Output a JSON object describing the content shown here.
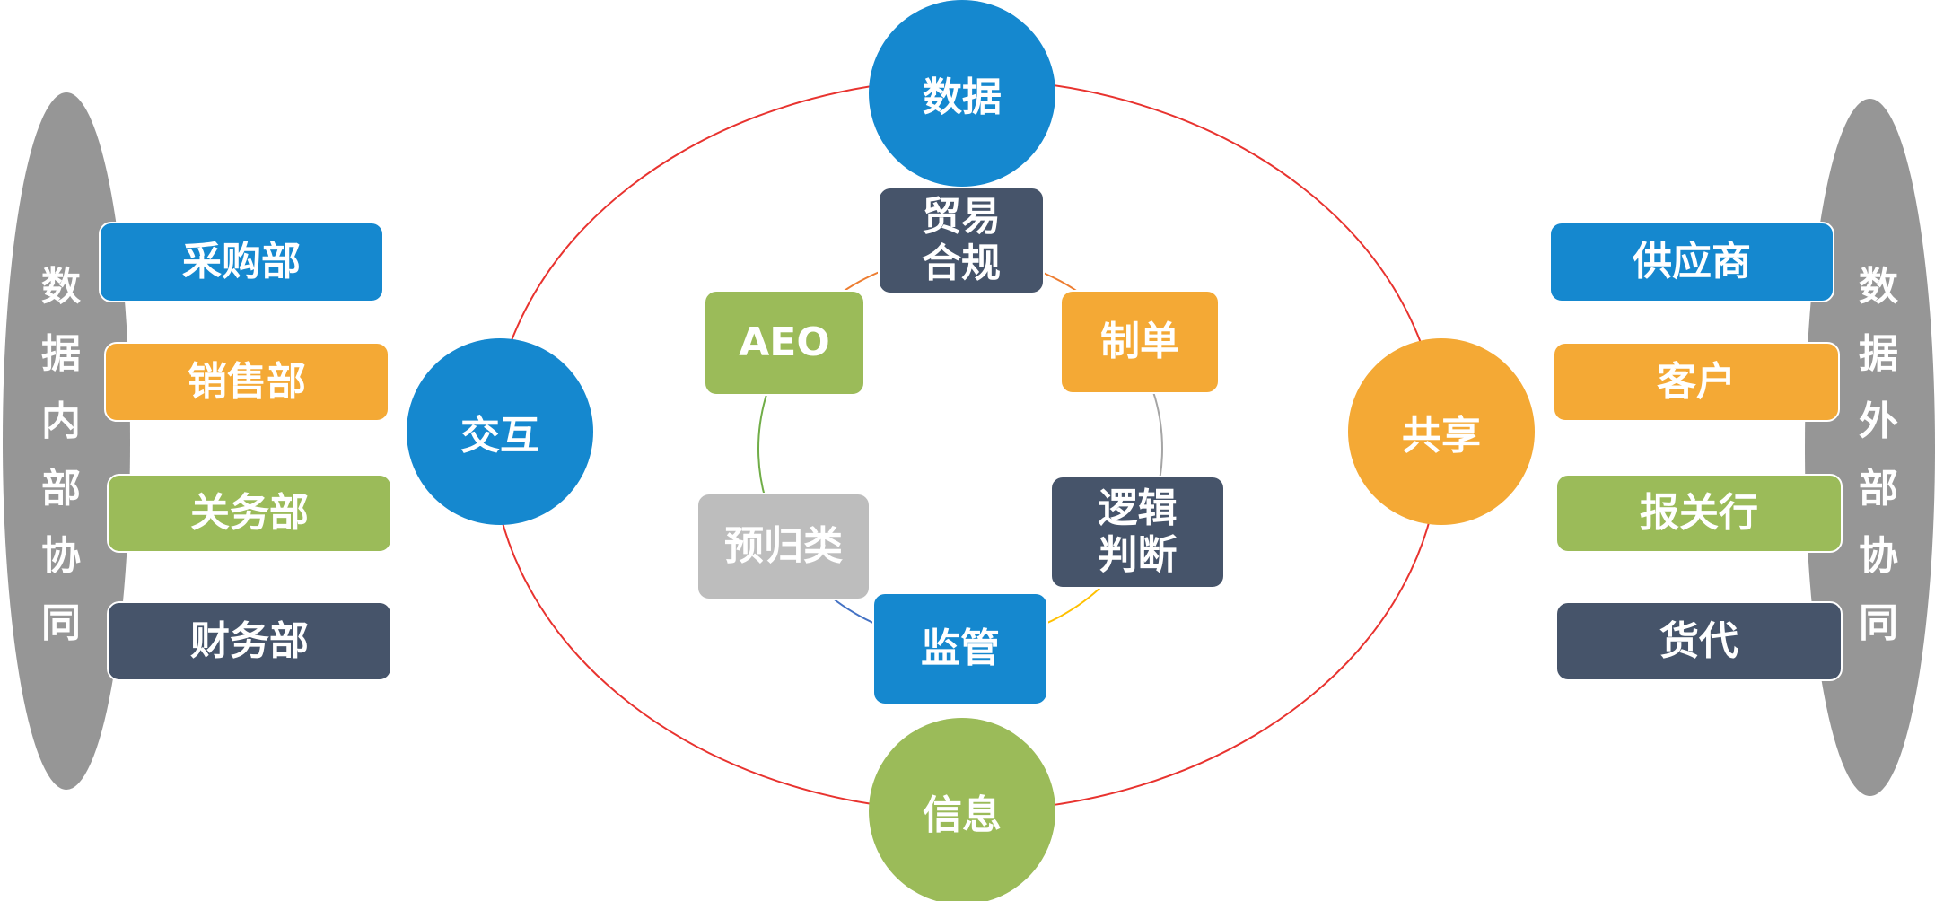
{
  "left_group": {
    "label_chars": [
      "数",
      "据",
      "内",
      "部",
      "协",
      "同"
    ],
    "items": [
      {
        "label": "采购部",
        "color": "blue"
      },
      {
        "label": "销售部",
        "color": "orange"
      },
      {
        "label": "关务部",
        "color": "green"
      },
      {
        "label": "财务部",
        "color": "dark"
      }
    ]
  },
  "right_group": {
    "label_chars": [
      "数",
      "据",
      "外",
      "部",
      "协",
      "同"
    ],
    "items": [
      {
        "label": "供应商",
        "color": "blue"
      },
      {
        "label": "客户",
        "color": "orange"
      },
      {
        "label": "报关行",
        "color": "green"
      },
      {
        "label": "货代",
        "color": "dark"
      }
    ]
  },
  "outer_nodes": {
    "top": "数据",
    "left": "交互",
    "right": "共享",
    "bottom": "信息"
  },
  "inner_nodes": {
    "trade_compliance": [
      "贸易",
      "合规"
    ],
    "aeo": "AEO",
    "documents": "制单",
    "logic": [
      "逻辑",
      "判断"
    ],
    "pre_classification": "预归类",
    "supervision": "监管"
  },
  "colors": {
    "blue": "#1588CF",
    "orange": "#F4A935",
    "green": "#9BBB59",
    "dark": "#46546A",
    "gray": "#969696",
    "light_gray": "#BDBDBD",
    "ring": "#E8332F"
  }
}
